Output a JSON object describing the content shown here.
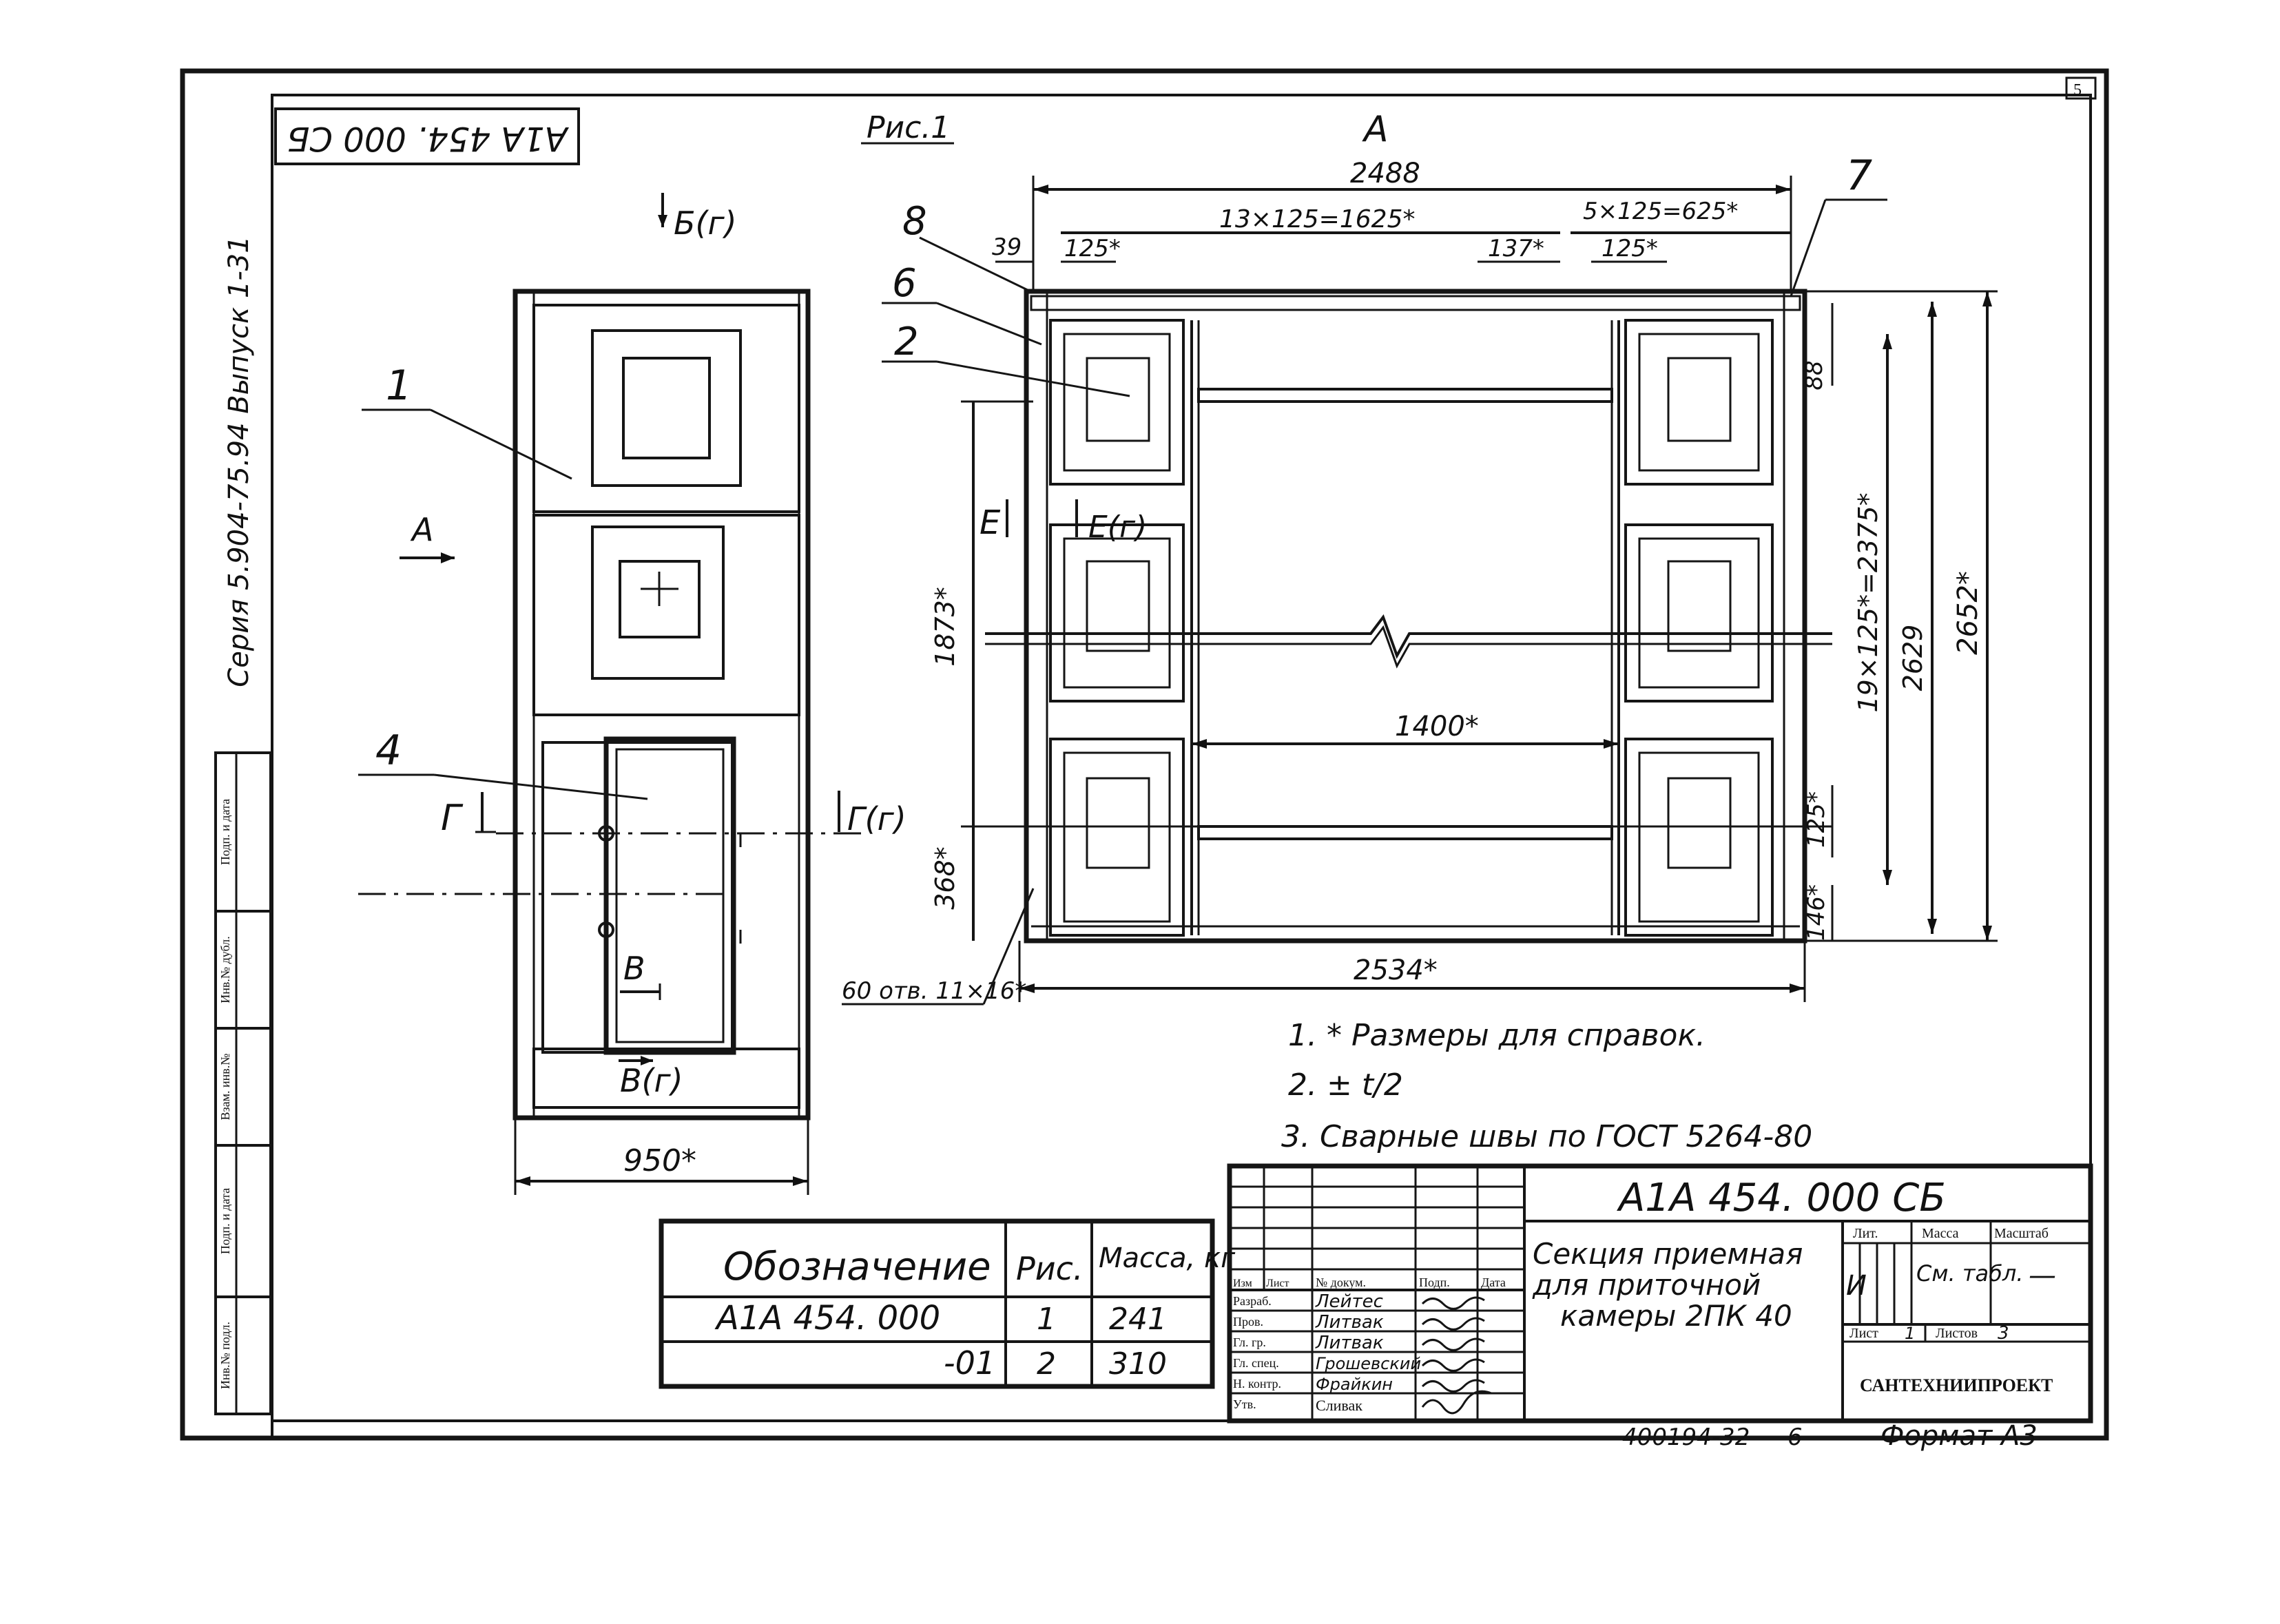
{
  "drawing": {
    "code_stamp_rotated": "А1А 454. 000 СБ",
    "side_label": "Серия 5.904-75.94 Выпуск 1-31",
    "sheet_number_corner": "5"
  },
  "figure_title": "Рис.1",
  "front_view": {
    "view_label": "А",
    "callouts": [
      "1",
      "4"
    ],
    "view_arrow_a": "А",
    "section_b": "Б(г)",
    "section_g_left": "Г",
    "section_g_right": "Г(г)",
    "section_v_small": "В",
    "section_v_bottom": "В(г)",
    "width_dim": "950*"
  },
  "view_a": {
    "title": "А",
    "callouts": [
      "8",
      "6",
      "2",
      "7"
    ],
    "dim_total_top": "2488",
    "dim_13x125": "13×125=1625*",
    "dim_5x125": "5×125=625*",
    "dim_39": "39",
    "dim_125_left": "125*",
    "dim_137": "137*",
    "dim_125_right": "125*",
    "section_e_left": "Е",
    "section_e_right": "Е(г)",
    "dim_1873": "1873*",
    "dim_368": "368*",
    "dim_1400": "1400*",
    "dim_2534": "2534*",
    "holes_note": "60 отв. 11×16*",
    "dim_88": "88",
    "dim_19x125": "19×125*=2375*",
    "dim_2629": "2629",
    "dim_2652": "2652*",
    "dim_125_bottom": "125*",
    "dim_146": "146*"
  },
  "notes": [
    "1. * Размеры для справок.",
    "2. ± t/2",
    "3. Сварные швы по ГОСТ 5264-80"
  ],
  "spec_table": {
    "headers": [
      "Обозначение",
      "Рис.",
      "Масса, кг"
    ],
    "rows": [
      {
        "designation": "А1А 454. 000",
        "fig": "1",
        "mass": "241"
      },
      {
        "designation": "-01",
        "fig": "2",
        "mass": "310"
      }
    ]
  },
  "title_block": {
    "doc_code": "А1А 454. 000 СБ",
    "title_lines": [
      "Секция приемная",
      "для приточной",
      "камеры 2ПК 40"
    ],
    "col_headers": [
      "Изм",
      "Лист",
      "№ докум.",
      "Подп.",
      "Дата"
    ],
    "roles": [
      {
        "role": "Разраб.",
        "name": "Лейтес"
      },
      {
        "role": "Пров.",
        "name": "Литвак"
      },
      {
        "role": "Гл. гр.",
        "name": "Литвак"
      },
      {
        "role": "Гл. спец.",
        "name": "Грошевский"
      },
      {
        "role": "Н. контр.",
        "name": "Фрайкин"
      },
      {
        "role": "Утв.",
        "name": "Сливак"
      }
    ],
    "lit_label": "Лит.",
    "mass_label": "Масса",
    "scale_label": "Масштаб",
    "lit_value": "И",
    "mass_value": "См. табл.",
    "scale_value": "—",
    "sheet_label": "Лист",
    "sheet_value": "1",
    "sheets_label": "Листов",
    "sheets_value": "3",
    "organization": "САНТЕХНИИПРОЕКТ"
  },
  "left_stamp_labels": [
    "Подп. и дата",
    "Инв.№ дубл.",
    "Взам. инв.№",
    "Подп. и дата",
    "Инв.№ подл."
  ],
  "footer": {
    "archive_no": "400194-32",
    "page": "6",
    "format": "Формат А3"
  }
}
